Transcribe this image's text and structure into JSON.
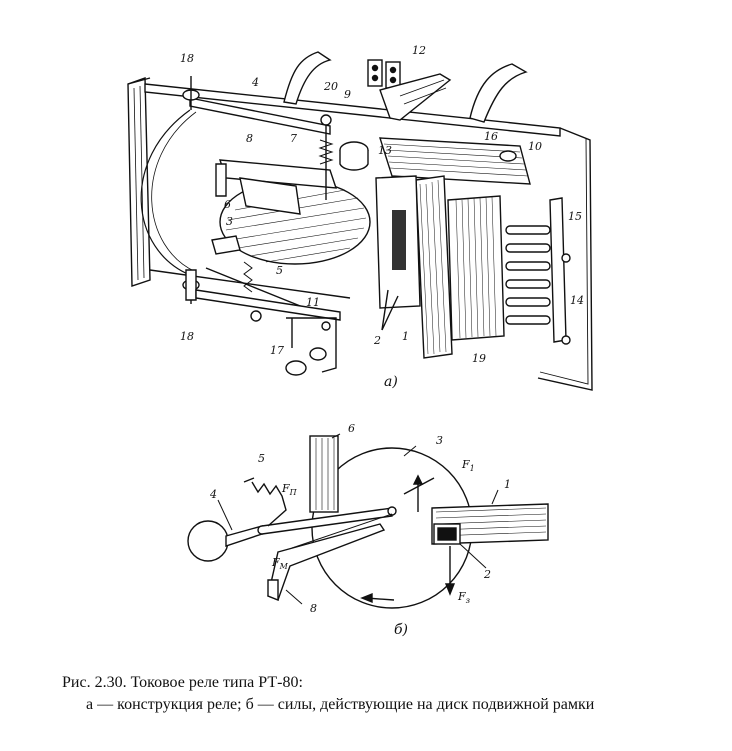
{
  "figure_a": {
    "panel_label": "а)",
    "callouts": [
      "18",
      "4",
      "12",
      "20",
      "9",
      "7",
      "8",
      "16",
      "10",
      "13",
      "6",
      "3",
      "15",
      "5",
      "14",
      "18",
      "11",
      "2",
      "1",
      "19",
      "17"
    ]
  },
  "figure_b": {
    "panel_label": "б)",
    "callouts": [
      "6",
      "3",
      "5",
      "4",
      "1",
      "2",
      "8"
    ],
    "forces": {
      "f1": {
        "letter": "F",
        "sub": "1"
      },
      "fp": {
        "letter": "F",
        "sub": "П"
      },
      "fm": {
        "letter": "F",
        "sub": "М"
      },
      "f3": {
        "letter": "F",
        "sub": "з"
      }
    }
  },
  "caption": {
    "title": "Рис. 2.30. Токовое реле типа РТ-80:",
    "line2": "а — конструкция реле;  б — силы, действующие на диск подвижной рамки"
  }
}
